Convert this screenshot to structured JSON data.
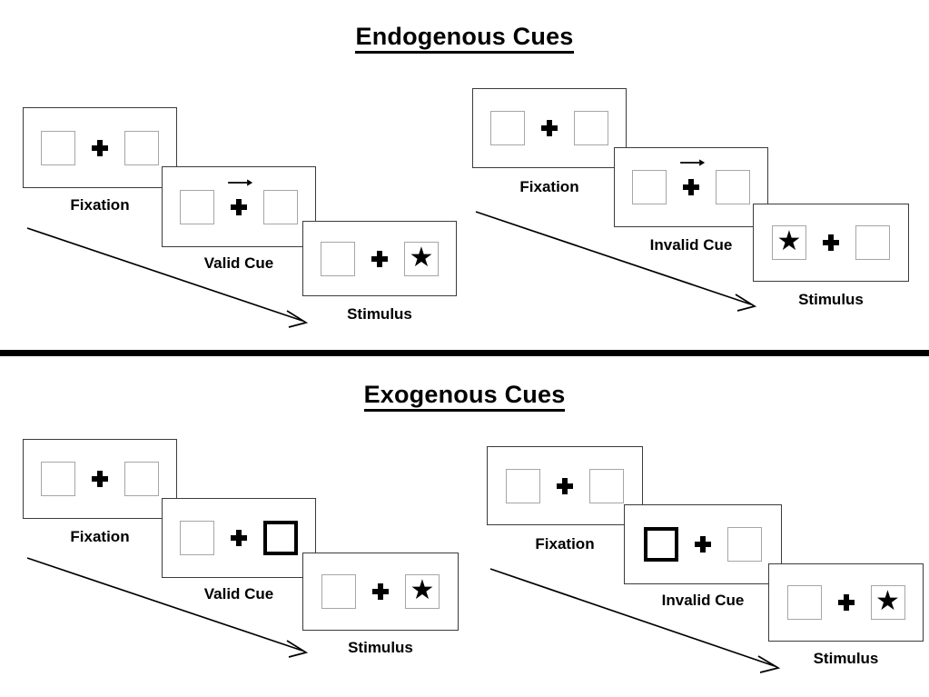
{
  "sections": [
    {
      "id": "endogenous",
      "title": "Endogenous Cues",
      "cue_type": "central-arrow",
      "trials": [
        {
          "id": "endogenous-valid",
          "condition": "valid",
          "panels": [
            {
              "caption": "Fixation",
              "left_box": "empty",
              "right_box": "empty",
              "center": "fixation-cross",
              "cue": "none"
            },
            {
              "caption": "Valid Cue",
              "left_box": "empty",
              "right_box": "empty",
              "center": "fixation-cross",
              "cue": "arrow-right"
            },
            {
              "caption": "Stimulus",
              "left_box": "empty",
              "right_box": "star",
              "center": "fixation-cross",
              "cue": "none"
            }
          ]
        },
        {
          "id": "endogenous-invalid",
          "condition": "invalid",
          "panels": [
            {
              "caption": "Fixation",
              "left_box": "empty",
              "right_box": "empty",
              "center": "fixation-cross",
              "cue": "none"
            },
            {
              "caption": "Invalid Cue",
              "left_box": "empty",
              "right_box": "empty",
              "center": "fixation-cross",
              "cue": "arrow-right"
            },
            {
              "caption": "Stimulus",
              "left_box": "star",
              "right_box": "empty",
              "center": "fixation-cross",
              "cue": "none"
            }
          ]
        }
      ]
    },
    {
      "id": "exogenous",
      "title": "Exogenous Cues",
      "cue_type": "peripheral-box",
      "trials": [
        {
          "id": "exogenous-valid",
          "condition": "valid",
          "panels": [
            {
              "caption": "Fixation",
              "left_box": "empty",
              "right_box": "empty",
              "center": "fixation-cross",
              "cue": "none"
            },
            {
              "caption": "Valid Cue",
              "left_box": "empty",
              "right_box": "cued",
              "center": "fixation-cross",
              "cue": "none"
            },
            {
              "caption": "Stimulus",
              "left_box": "empty",
              "right_box": "star",
              "center": "fixation-cross",
              "cue": "none"
            }
          ]
        },
        {
          "id": "exogenous-invalid",
          "condition": "invalid",
          "panels": [
            {
              "caption": "Fixation",
              "left_box": "empty",
              "right_box": "empty",
              "center": "fixation-cross",
              "cue": "none"
            },
            {
              "caption": "Invalid Cue",
              "left_box": "cued",
              "right_box": "empty",
              "center": "fixation-cross",
              "cue": "none"
            },
            {
              "caption": "Stimulus",
              "left_box": "empty",
              "right_box": "star",
              "center": "fixation-cross",
              "cue": "none"
            }
          ]
        }
      ]
    }
  ],
  "symbols": {
    "star_glyph": "★",
    "fixation_glyph": "✚",
    "cue_arrow_glyph": "→"
  },
  "colors": {
    "text": "#000000",
    "panel_border": "#3b3b3b",
    "box_border": "#a6a6a6",
    "cued_box_border": "#000000",
    "divider": "#000000"
  }
}
